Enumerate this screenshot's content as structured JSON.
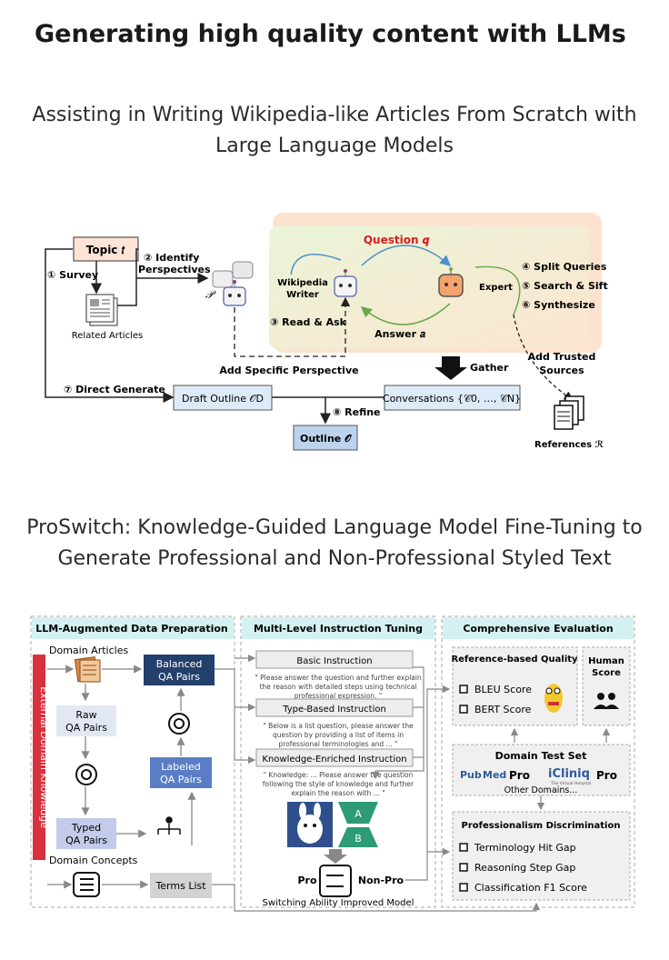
{
  "page": {
    "title": "Generating high quality content with LLMs"
  },
  "paper1": {
    "title_line1": "Assisting in Writing Wikipedia-like Articles From Scratch with",
    "title_line2": "Large Language Models",
    "diagram": {
      "topic": "Topic 𝑡",
      "survey": "① Survey",
      "related_articles": "Related Articles",
      "identify_l1": "② Identify",
      "identify_l2": "Perspectives",
      "p_symbol": "𝒫",
      "wiki_writer_l1": "Wikipedia",
      "wiki_writer_l2": "Writer",
      "question": "Question 𝒒",
      "expert": "Expert",
      "answer": "Answer 𝑎",
      "read_ask": "③ Read & Ask",
      "split": "④ Split Queries",
      "search": "⑤ Search & Sift",
      "synth": "⑥ Synthesize",
      "add_specific": "Add Specific Perspective",
      "gather": "Gather",
      "add_trusted_l1": "Add Trusted",
      "add_trusted_l2": "Sources",
      "direct_generate": "⑦ Direct Generate",
      "draft_outline": "Draft Outline 𝒪D",
      "conversations": "Conversations {𝒞0, …, 𝒞N}",
      "refine": "⑧ Refine",
      "outline": "Outline 𝒪",
      "references": "References ℛ"
    }
  },
  "paper2": {
    "title_line1": "ProSwitch: Knowledge-Guided Language Model Fine-Tuning to",
    "title_line2": "Generate Professional and Non-Professional Styled Text",
    "diagram": {
      "col1_header": "LLM-Augmented Data Preparation",
      "col2_header": "Multi-Level Instruction Tuning",
      "col3_header": "Comprehensive Evaluation",
      "external_knowledge": "External Domain Knowledge",
      "domain_articles": "Domain Articles",
      "balanced_l1": "Balanced",
      "balanced_l2": "QA Pairs",
      "raw_l1": "Raw",
      "raw_l2": "QA Pairs",
      "labeled_l1": "Labeled",
      "labeled_l2": "QA Pairs",
      "typed_l1": "Typed",
      "typed_l2": "QA Pairs",
      "domain_concepts": "Domain Concepts",
      "terms_list": "Terms List",
      "basic_instruction": "Basic Instruction",
      "basic_text_l1": "\" Please answer the question and further explain",
      "basic_text_l2": "the reason with detailed steps using technical",
      "basic_text_l3": "professional expression. \"",
      "type_instruction": "Type-Based Instruction",
      "type_text_l1": "\" Below is a list question, please answer the",
      "type_text_l2": "question by providing a list of items in",
      "type_text_l3": "professional terminologies and ... \"",
      "knowledge_instruction": "Knowledge-Enriched Instruction",
      "know_text_l1": "\" Knowledge: ... Please answer the question",
      "know_text_l2": "following the style of knowledge and further",
      "know_text_l3": "explain the reason with ... \"",
      "adapter_a": "A",
      "adapter_b": "B",
      "pro": "Pro",
      "non_pro": "Non-Pro",
      "switch_caption": "Switching Ability Improved Model",
      "ref_quality": "Reference-based Quality",
      "bleu": "BLEU Score",
      "bert": "BERT Score",
      "human_l1": "Human",
      "human_l2": "Score",
      "domain_test": "Domain Test Set",
      "pubmed_a": "Pub",
      "pubmed_b": "Med",
      "pubmed_c": "Pro",
      "icliniq": "iCliniq",
      "icliniq_tag": "The Virtual Hospital",
      "icliniq_pro": "Pro",
      "other_domains": "Other Domains...",
      "prof_disc": "Professionalism Discrimination",
      "term_hit": "Terminology Hit Gap",
      "reason_gap": "Reasoning Step Gap",
      "class_f1": "Classification F1 Score"
    }
  }
}
